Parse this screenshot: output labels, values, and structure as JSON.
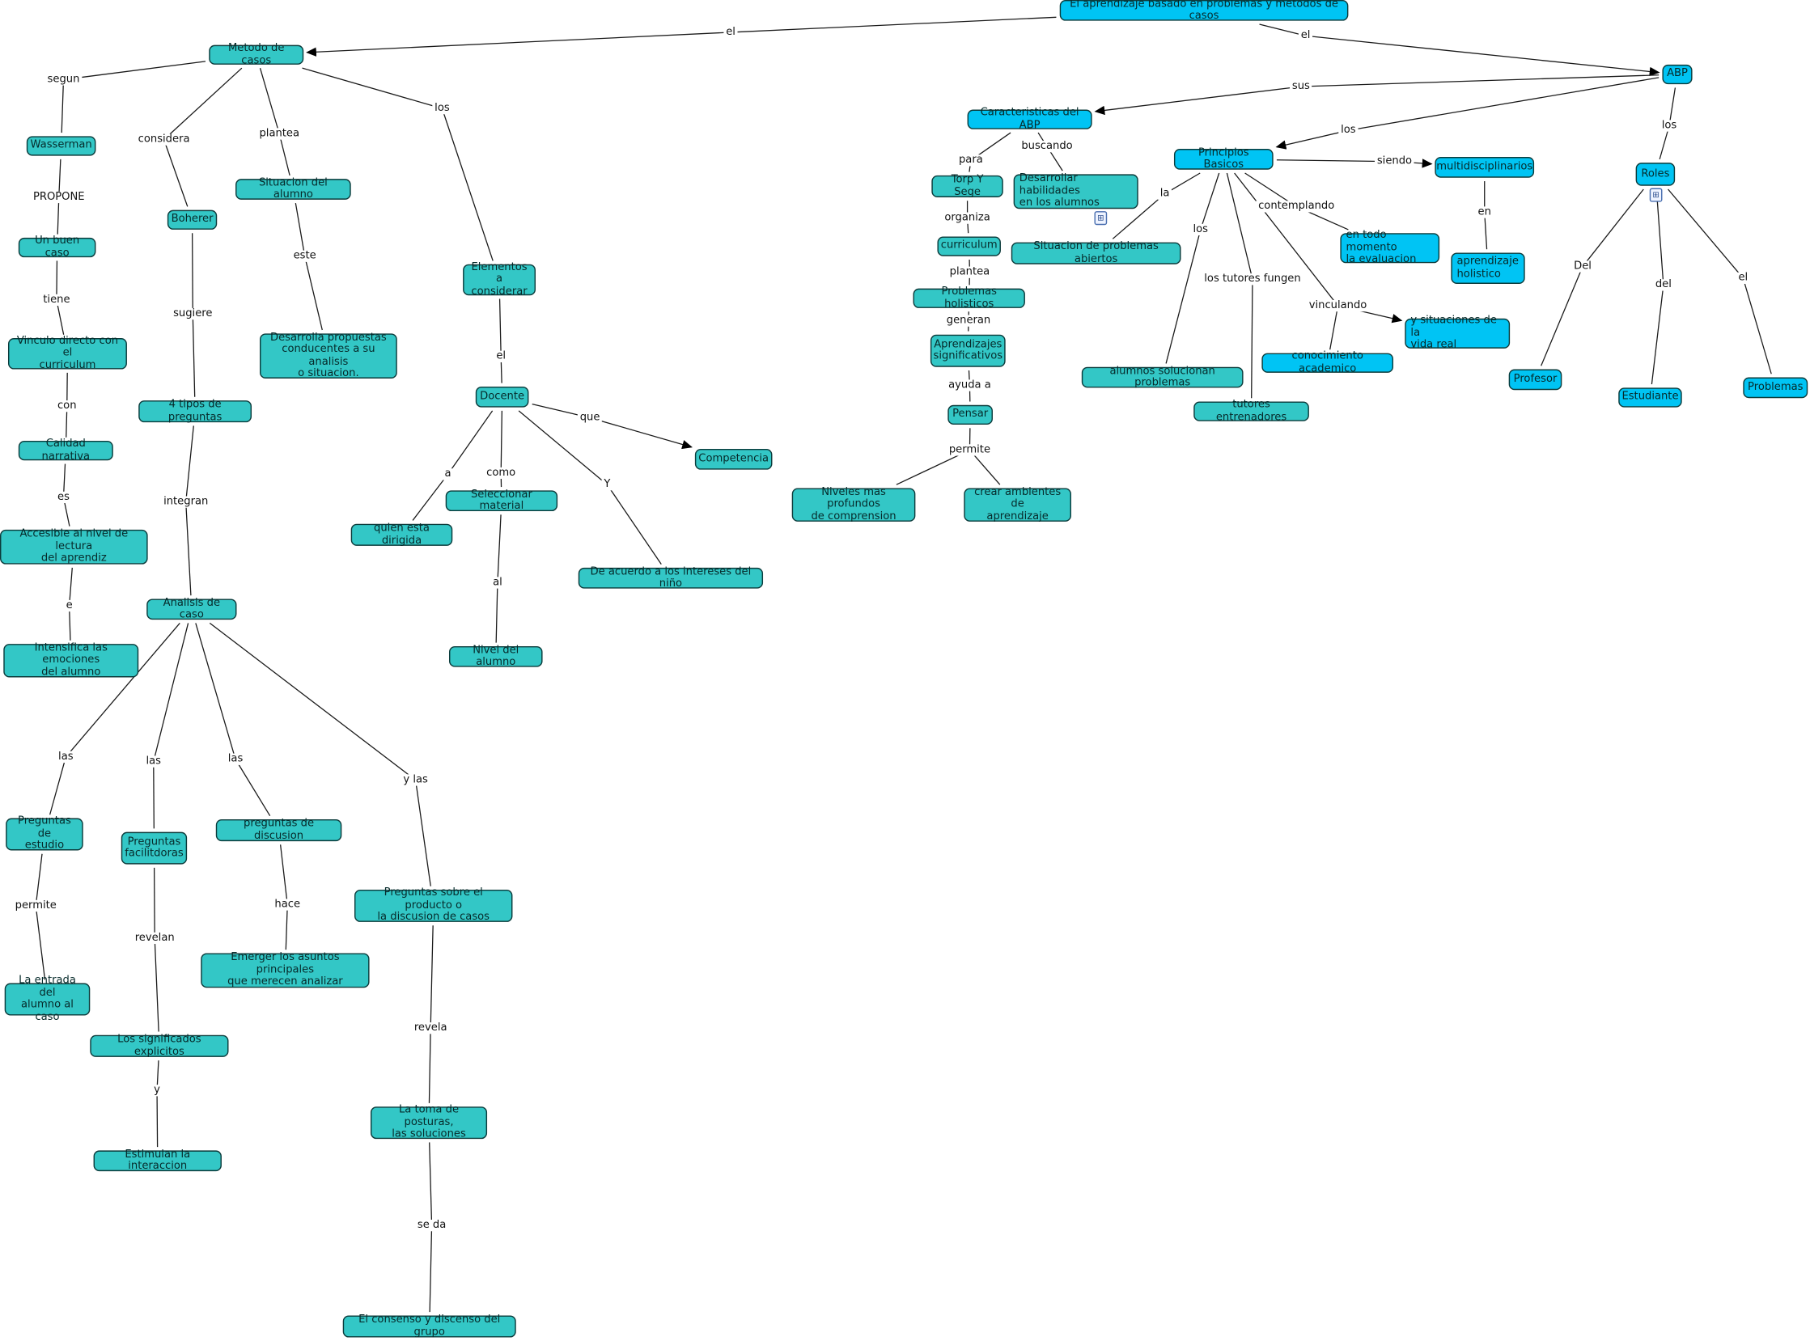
{
  "colors": {
    "teal": "#33c7c6",
    "blue": "#00c4f4",
    "line": "#1a1a1a"
  },
  "nodes": {
    "title": "El aprendizaje basado en problemas y metodos de casos",
    "metodo": "Metodo de casos",
    "abp": "ABP",
    "caract": "Caracteristicas del ABP",
    "princ": "Principios Basicos",
    "multi": "multidisciplinarios",
    "roles": "Roles",
    "torp": "Torp Y Sege",
    "desarr": "Desarrollar habilidades\nen los alumnos",
    "situab": "Situacion de problemas abiertos",
    "entodo": "en todo momento\nla evaluacion",
    "aprhol": "aprendizaje\nholistico",
    "curr": "curriculum",
    "probhol": "Problemas holisticos",
    "aprsig": "Aprendizajes\nsignificativos",
    "pensar": "Pensar",
    "nivel": "Niveles mas profundos\nde comprension",
    "crear": "crear ambientes de\naprendizaje",
    "alumsol": "alumnos solucionan problemas",
    "tutores": "tutores entrenadores",
    "conoc": "conocimiento academico",
    "ysit": "y situaciones de la\nvida real",
    "prof": "Profesor",
    "estud": "Estudiante",
    "probl": "Problemas",
    "wass": "Wasserman",
    "buen": "Un buen caso",
    "vinc": "Vinculo directo con el\ncurriculum",
    "cal": "Calidad narrativa",
    "acces": "Accesible al nivel de lectura\ndel aprendiz",
    "inten": "Intensifica las emociones\ndel alumno",
    "boh": "Boherer",
    "tip4": "4 tipos de preguntas",
    "anal": "Analisis de caso",
    "situal": "Situacion del alumno",
    "desprop": "Desarrolla propuestas\nconducentes a su analisis\no situacion.",
    "elem": "Elementos a\nconsiderar",
    "doc": "Docente",
    "comp": "Competencia",
    "quien": "quien esta dirigida",
    "selec": "Seleccionar material",
    "acuerdo": "De acuerdo a los intereses del niño",
    "nivalum": "Nivel del alumno",
    "pest": "Preguntas de\nestudio",
    "pfac": "Preguntas\nfacilitdoras",
    "pdisc": "preguntas de discusion",
    "pprod": "Preguntas sobre el producto o\nla discusion de casos",
    "entrada": "La entrada del\nalumno al caso",
    "emerger": "Emerger los asuntos principales\nque merecen analizar",
    "signif": "Los significados explicitos",
    "estim": "Estimulan la interaccion",
    "toma": "La toma de posturas,\nlas soluciones",
    "consenso": "El consenso y discenso del grupo"
  },
  "links": [
    "el",
    "el",
    "sus",
    "los",
    "los",
    "segun",
    "considera",
    "plantea",
    "los",
    "PROPONE",
    "tiene",
    "con",
    "es",
    "e",
    "sugiere",
    "integran",
    "este",
    "el",
    "que",
    "a",
    "como",
    "Y",
    "al",
    "las",
    "las",
    "las",
    "y las",
    "permite",
    "revelan",
    "hace",
    "y",
    "revela",
    "se da",
    "para",
    "buscando",
    "organiza",
    "plantea",
    "generan",
    "ayuda a",
    "permite",
    "la",
    "los",
    "los tutores fungen",
    "vinculando",
    "contemplando",
    "siendo",
    "en",
    "Del",
    "del",
    "el"
  ]
}
